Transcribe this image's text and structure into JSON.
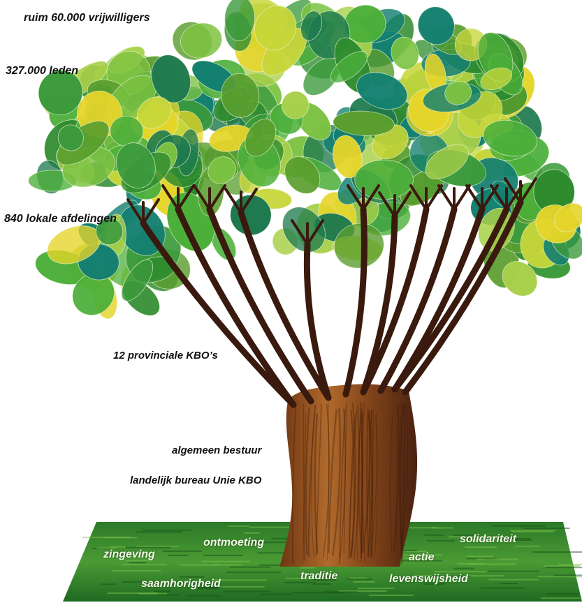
{
  "labels": {
    "volunteers": "ruim 60.000 vrijwilligers",
    "members": "327.000 leden",
    "local_branches": "840 lokale afdelingen",
    "provincial": "12 provinciale KBO’s",
    "board": "algemeen bestuur",
    "bureau": "landelijk bureau Unie KBO"
  },
  "values": {
    "zingeving": "zingeving",
    "ontmoeting": "ontmoeting",
    "solidariteit": "solidariteit",
    "actie": "actie",
    "saamhorigheid": "saamhorigheid",
    "traditie": "traditie",
    "levenswijsheid": "levenswijsheid"
  },
  "colors": {
    "leaf_palette": [
      "#2e8b2e",
      "#4caf3a",
      "#7cc242",
      "#a8d04a",
      "#c7d63a",
      "#e6d52a",
      "#1f7a4f",
      "#148070",
      "#5a9e2f",
      "#3c9a3c"
    ],
    "trunk": "#8a4a1c",
    "branch": "#3a1a0e",
    "grass": "#2f7d2a",
    "label_dark": "#111111",
    "label_light": "#f4f8e8"
  }
}
